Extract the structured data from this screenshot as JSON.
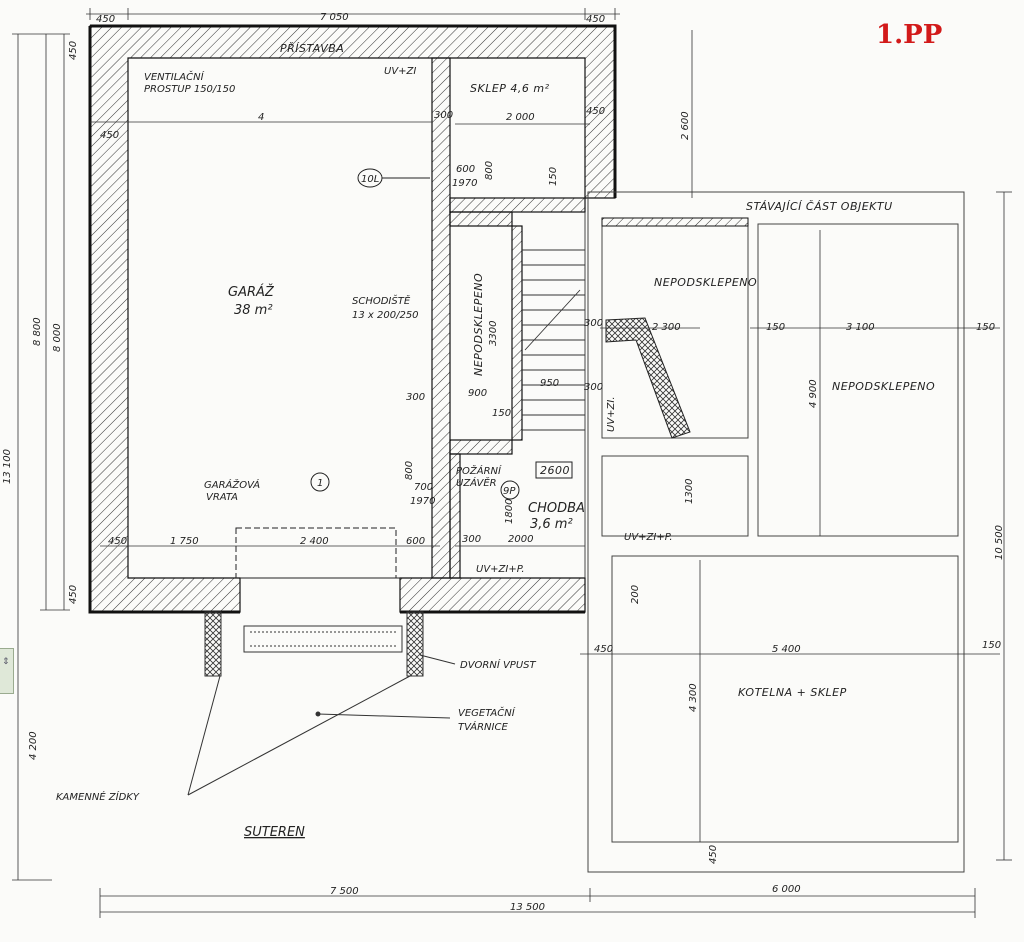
{
  "sheet": {
    "badge": "1.PP",
    "page_title": "SUTEREN"
  },
  "rooms": {
    "pristavba": "PŘÍSTAVBA",
    "sklep": "SKLEP 4,6 m²",
    "garaz": "GARÁŽ",
    "garaz_area": "38 m²",
    "nepodsklepeno_1": "NEPODSKLEPENO",
    "nepodsklepeno_1_dim": "3300",
    "nepodsklepeno_2": "NEPODSKLEPENO",
    "nepodsklepeno_3": "NEPODSKLEPENO",
    "chodba": "CHODBA",
    "chodba_area": "3,6 m²",
    "kotelna": "KOTELNA + SKLEP",
    "stavajici": "STÁVAJÍCÍ ČÁST OBJEKTU"
  },
  "notes": {
    "vent_1": "VENTILAČNÍ",
    "vent_2": "PROSTUP 150/150",
    "schodiste_1": "SCHODIŠTĚ",
    "schodiste_2": "13 x 200/250",
    "garaz_vrata_1": "GARÁŽOVÁ",
    "garaz_vrata_2": "VRATA",
    "pozarni_1": "POŽÁRNÍ",
    "pozarni_2": "UZÁVĚR",
    "dvorni_vpust": "DVORNÍ VPUST",
    "veget_1": "VEGETAČNÍ",
    "veget_2": "TVÁRNICE",
    "kamenne": "KAMENNÉ ZÍDKY",
    "uvzl_1": "UV+ZI",
    "uvzl_2": "UV+ZI+P.",
    "uvzl_3": "UV+ZI+P.",
    "uvzl_4": "UV+ZI.",
    "tag_10l": "10L",
    "tag_1": "1",
    "tag_9p": "9P",
    "box_2600": "2600"
  },
  "dims": {
    "top_450_a": "450",
    "top_7050": "7 050",
    "top_450_b": "450",
    "left_13100": "13 100",
    "left_8800": "8 800",
    "left_8000": "8 000",
    "left_4200": "4 200",
    "left_450_a": "450",
    "left_450_b": "450",
    "right_2600": "2 600",
    "right_10500": "10 500",
    "bot_7500": "7 500",
    "bot_6000": "6 000",
    "bot_13500": "13 500",
    "g_450": "450",
    "g_1750": "1 750",
    "g_2400": "2 400",
    "g_600": "600",
    "g_4": "4",
    "g_450_top": "450",
    "s_300": "300",
    "s_2000": "2 000",
    "s_450": "450",
    "s_600": "600",
    "s_1970": "1970",
    "s_800": "800",
    "s_150": "150",
    "c_700": "700",
    "c_1970": "1970",
    "c_800": "800",
    "c_300": "300",
    "c_2000": "2000",
    "c_1800": "1800",
    "st_900": "900",
    "st_950": "950",
    "st_300": "300",
    "st_150": "150",
    "st_300b": "300",
    "n_2300": "2 300",
    "n_300": "300",
    "n_150": "150",
    "n_3100": "3 100",
    "n_150b": "150",
    "n_4900": "4 900",
    "n_1300": "1300",
    "k_5400": "5 400",
    "k_450": "450",
    "k_150": "150",
    "k_4300": "4 300",
    "k_200": "200",
    "k_450b": "450"
  },
  "colors": {
    "badge": "#d21a1a",
    "ink": "#222222",
    "paper": "#fbfbf9"
  }
}
